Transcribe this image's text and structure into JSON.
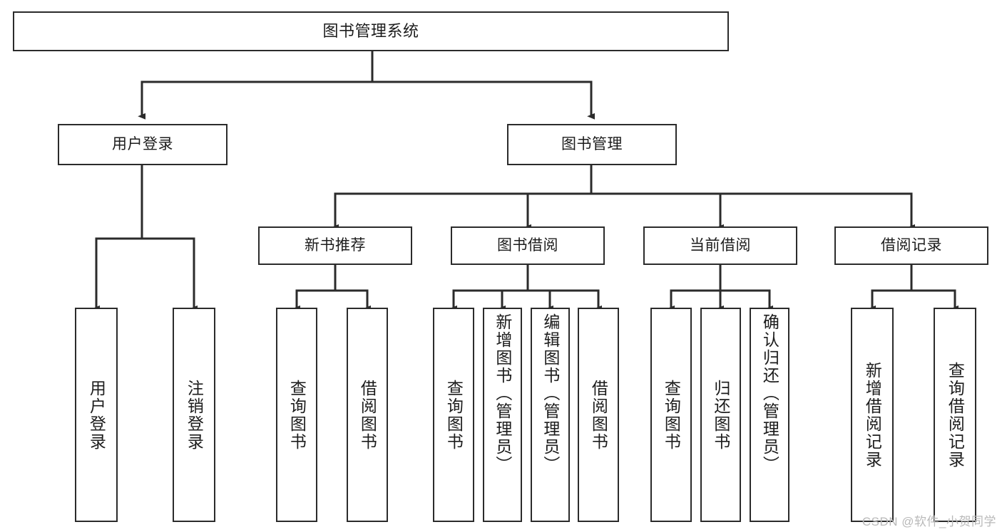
{
  "diagram": {
    "title": "图书管理系统",
    "type": "tree-hierarchy-diagram",
    "watermark": "CSDN @软件_小贺同学",
    "colors": {
      "background": "#ffffff",
      "box_border": "#2b2b2b",
      "box_fill": "#ffffff",
      "connector": "#2b2b2b",
      "text": "#1c1c1c",
      "watermark": "#b9b9b9"
    },
    "nodes": {
      "root": {
        "label": "图书管理系统"
      },
      "level2": [
        {
          "label": "用户登录"
        },
        {
          "label": "图书管理"
        }
      ],
      "level3": [
        {
          "label": "新书推荐"
        },
        {
          "label": "图书借阅"
        },
        {
          "label": "当前借阅"
        },
        {
          "label": "借阅记录"
        }
      ],
      "leaves": {
        "user_login": [
          {
            "label": "用户登录"
          },
          {
            "label": "注销登录"
          }
        ],
        "new_book_recommend": [
          {
            "label": "查询图书"
          },
          {
            "label": "借阅图书"
          }
        ],
        "book_borrow": [
          {
            "label": "查询图书"
          },
          {
            "label": "新增图书（管理员）"
          },
          {
            "label": "编辑图书（管理员）"
          },
          {
            "label": "借阅图书"
          }
        ],
        "current_borrow": [
          {
            "label": "查询图书"
          },
          {
            "label": "归还图书"
          },
          {
            "label": "确认归还（管理员）"
          }
        ],
        "borrow_record": [
          {
            "label": "新增借阅记录"
          },
          {
            "label": "查询借阅记录"
          }
        ]
      }
    }
  }
}
